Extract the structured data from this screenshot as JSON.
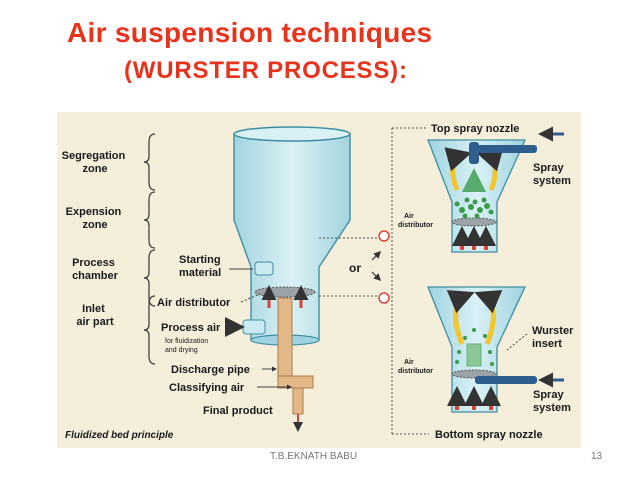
{
  "slide": {
    "title_line1": "Air suspension techniques",
    "title_line2": "(WURSTER PROCESS):",
    "footer_author": "T.B.EKNATH BABU",
    "page_number": "13"
  },
  "figure": {
    "left_labels": {
      "segregation": [
        "Segregation",
        "zone"
      ],
      "expansion": [
        "Expension",
        "zone"
      ],
      "process": [
        "Process",
        "chamber"
      ],
      "inlet": [
        "Inlet",
        "air part"
      ]
    },
    "center_labels": {
      "starting": [
        "Starting",
        "material"
      ],
      "air_distributor": "Air distributor",
      "process_air": "Process air",
      "process_air_note": [
        "for fluidization",
        "and drying"
      ],
      "discharge_pipe": "Discharge pipe",
      "classifying_air": "Classifying air",
      "final_product": "Final product"
    },
    "or_label": "or",
    "right_labels": {
      "top_spray_nozzle": "Top spray nozzle",
      "spray_system_top": [
        "Spray",
        "system"
      ],
      "air_distributor_top": [
        "Air",
        "distributor"
      ],
      "wurster_insert": [
        "Wurster",
        "insert"
      ],
      "air_distributor_bottom": [
        "Air",
        "distributor"
      ],
      "spray_system_bottom": [
        "Spray",
        "system"
      ],
      "bottom_spray_nozzle": "Bottom spray nozzle"
    },
    "caption": "Fluidized bed principle",
    "colors": {
      "background": "#f4eedb",
      "vessel": "#bfe4ec",
      "vessel_stroke": "#3f8fa3",
      "arrow_red": "#d8443a",
      "arrow_yellow": "#f2c62d",
      "particle_green": "#3a9a4a",
      "nozzle_blue": "#2f5e8e",
      "title": "#e8331c"
    }
  }
}
